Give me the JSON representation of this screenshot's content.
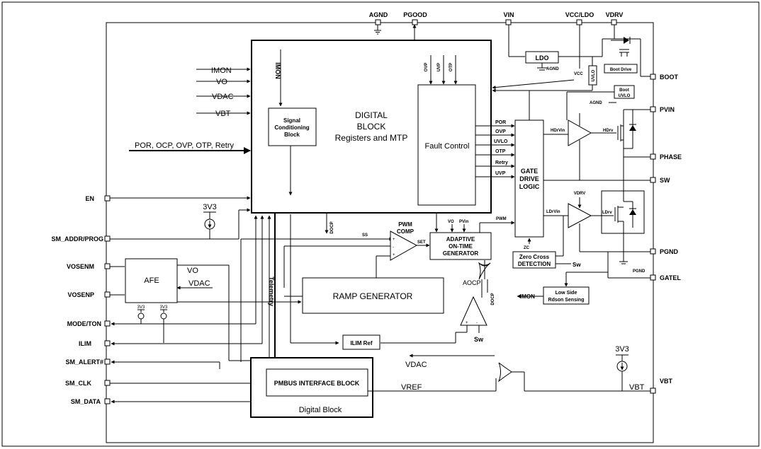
{
  "top_pins": {
    "agnd": "AGND",
    "pgood": "PGOOD",
    "vin": "VIN",
    "vcc_ldo": "VCC/LDO",
    "vdrv": "VDRV"
  },
  "left_pins": {
    "en": "EN",
    "sm_addr": "SM_ADDR/PROG",
    "vosenm": "VOSENM",
    "vosenp": "VOSENP",
    "mode_ton": "MODE/TON",
    "ilim": "ILIM",
    "sm_alert": "SM_ALERT#",
    "sm_clk": "SM_CLK",
    "sm_data": "SM_DATA"
  },
  "right_pins": {
    "boot": "BOOT",
    "pvin": "PVIN",
    "phase": "PHASE",
    "sw": "SW",
    "pgnd": "PGND",
    "gatel": "GATEL",
    "vbt": "VBT"
  },
  "digital_inputs": {
    "imon": "IMON",
    "vo": "VO",
    "vdac": "VDAC",
    "vbt": "VBT",
    "faults": "POR, OCP, OVP, OTP, Retry"
  },
  "digital_block": {
    "line1": "DIGITAL",
    "line2": "BLOCK",
    "line3": "Registers and MTP",
    "imon_vertical": "IMON",
    "sc_line1": "Signal",
    "sc_line2": "Conditioning",
    "sc_line3": "Block"
  },
  "fault_control": {
    "title": "Fault Control",
    "inputs": [
      "OVP",
      "UVP",
      "OTP"
    ],
    "outputs": [
      "POR",
      "OVP",
      "UVLO",
      "OTP",
      "Retry",
      "UVP"
    ]
  },
  "gate_drive": {
    "line1": "GATE",
    "line2": "DRIVE",
    "line3": "LOGIC",
    "hdrvin": "HDrVin",
    "hdrv": "HDrv",
    "ldrvin": "LDrVin",
    "ldrv": "LDrv",
    "vdrv_label": "VDRV",
    "zc": "ZC"
  },
  "power_labels": {
    "ldo": "LDO",
    "ldo_agnd": "AGND",
    "vcc": "VCC",
    "uvlo": "UVLO",
    "boot_drive": "Boot Drive",
    "boot_uvlo_1": "Boot",
    "boot_uvlo_2": "UVLO",
    "agnd2": "AGND",
    "pgnd_gnd": "PGND"
  },
  "blocks": {
    "pwm_comp_1": "PWM",
    "pwm_comp_2": "COMP",
    "ss": "SS",
    "set": "SET",
    "pwm": "PWM",
    "vo": "VO",
    "pvin": "PVin",
    "adaptive_1": "ADAPTIVE",
    "adaptive_2": "ON-TIME",
    "adaptive_3": "GENERATOR",
    "docp_top": "DOCP",
    "zero_cross_1": "Zero Cross",
    "zero_cross_2": "DETECTION",
    "sw_zc": "Sw",
    "low_side_1": "Low Side",
    "low_side_2": "Rdson Sensing",
    "imon_out": "IMON",
    "aocp": "AOCP",
    "docp_right": "DOCP",
    "sw_comp": "Sw",
    "ramp": "RAMP GENERATOR",
    "afe": "AFE",
    "afe_vo": "VO",
    "afe_vdac": "VDAC",
    "v3v3_small_1": "3V3",
    "v3v3_small_2": "3V3",
    "v3v3_en": "3V3",
    "v3v3_vbt": "3V3",
    "telemetry": "Telemetry",
    "ilim_ref": "ILIM Ref",
    "vdac_bottom": "VDAC",
    "vref": "VREF",
    "vbt_bottom": "VBT",
    "pmbus": "PMBUS INTERFACE BLOCK",
    "digital_block_bottom": "Digital Block"
  }
}
